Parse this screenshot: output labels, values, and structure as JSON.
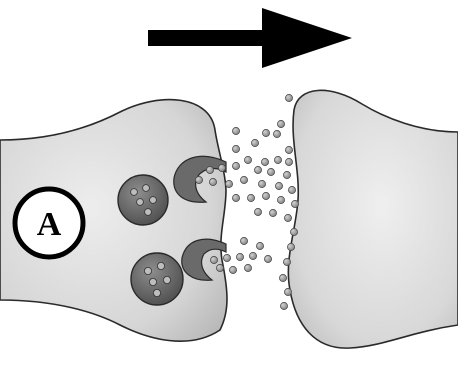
{
  "diagram": {
    "label": "A",
    "colors": {
      "neuron_fill": "#dcdcdc",
      "neuron_stroke": "#2a2a2a",
      "vesicle_fill": "#707070",
      "molecule_fill": "#9a9a9a",
      "arrow": "#000000",
      "background": "#ffffff"
    },
    "icons": [
      "arrow-right-icon",
      "presynaptic-terminal",
      "postsynaptic-terminal",
      "synaptic-vesicle",
      "neurotransmitter-molecule"
    ]
  }
}
